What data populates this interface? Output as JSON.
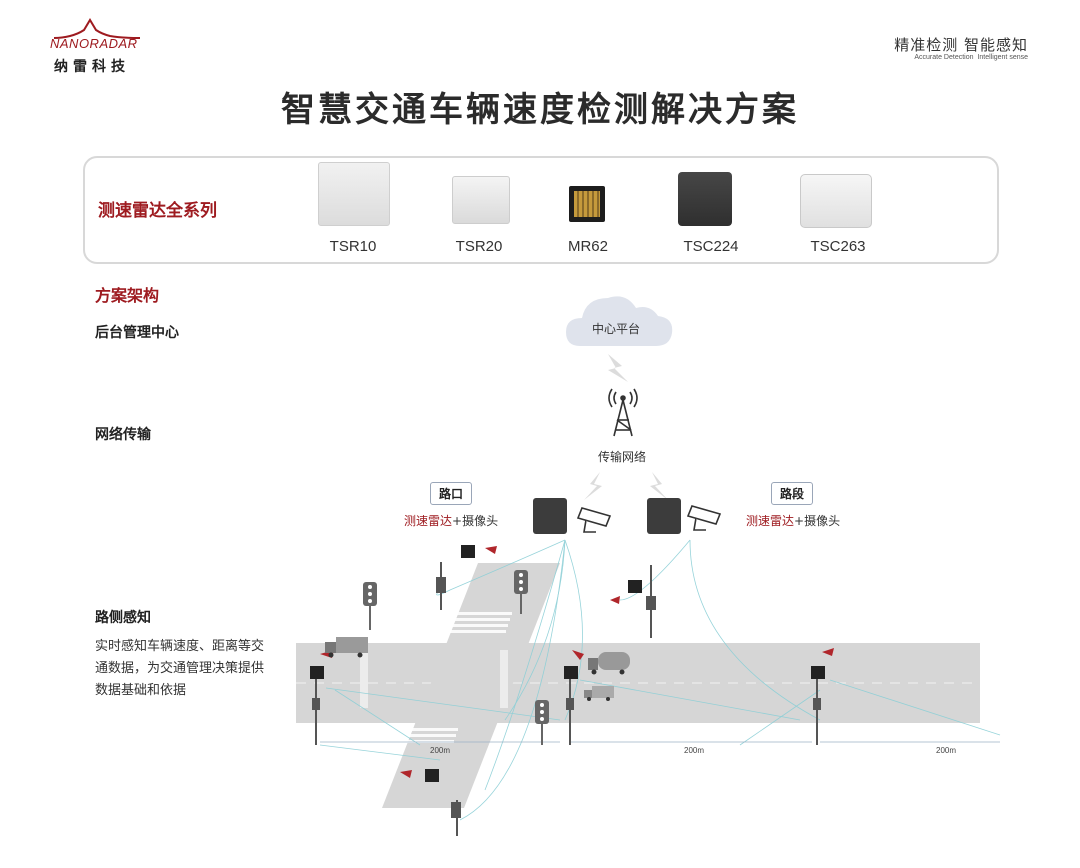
{
  "brand": {
    "logo_text": "NANORADAR",
    "name_cn": "纳雷科技",
    "slogan_cn_1": "精准检测",
    "slogan_cn_2": "智能感知",
    "slogan_en_1": "Accurate Detection",
    "slogan_en_2": "Intelligent sense",
    "color": "#9e1b20"
  },
  "title": "智慧交通车辆速度检测解决方案",
  "products": {
    "label": "测速雷达全系列",
    "items": [
      {
        "name": "TSR10"
      },
      {
        "name": "TSR20"
      },
      {
        "name": "MR62"
      },
      {
        "name": "TSC224"
      },
      {
        "name": "TSC263"
      }
    ]
  },
  "architecture": {
    "heading": "方案架构",
    "layer_backend": "后台管理中心",
    "layer_network": "网络传输",
    "layer_roadside": "路侧感知",
    "roadside_desc": "实时感知车辆速度、距离等交通数据，为交通管理决策提供数据基础和依据",
    "cloud_label": "中心平台",
    "network_label": "传输网络",
    "intersection_tag": "路口",
    "segment_tag": "路段",
    "radar_text": "测速雷达",
    "plus_camera_text": "+摄像头",
    "distance_labels": [
      "200m",
      "200m",
      "200m"
    ]
  },
  "icons": [
    "logo-wave-icon",
    "cloud-icon",
    "signal-tower-icon",
    "lightning-icon",
    "radar-device-icon",
    "camera-icon",
    "traffic-light-icon",
    "truck-icon",
    "pole-icon"
  ]
}
